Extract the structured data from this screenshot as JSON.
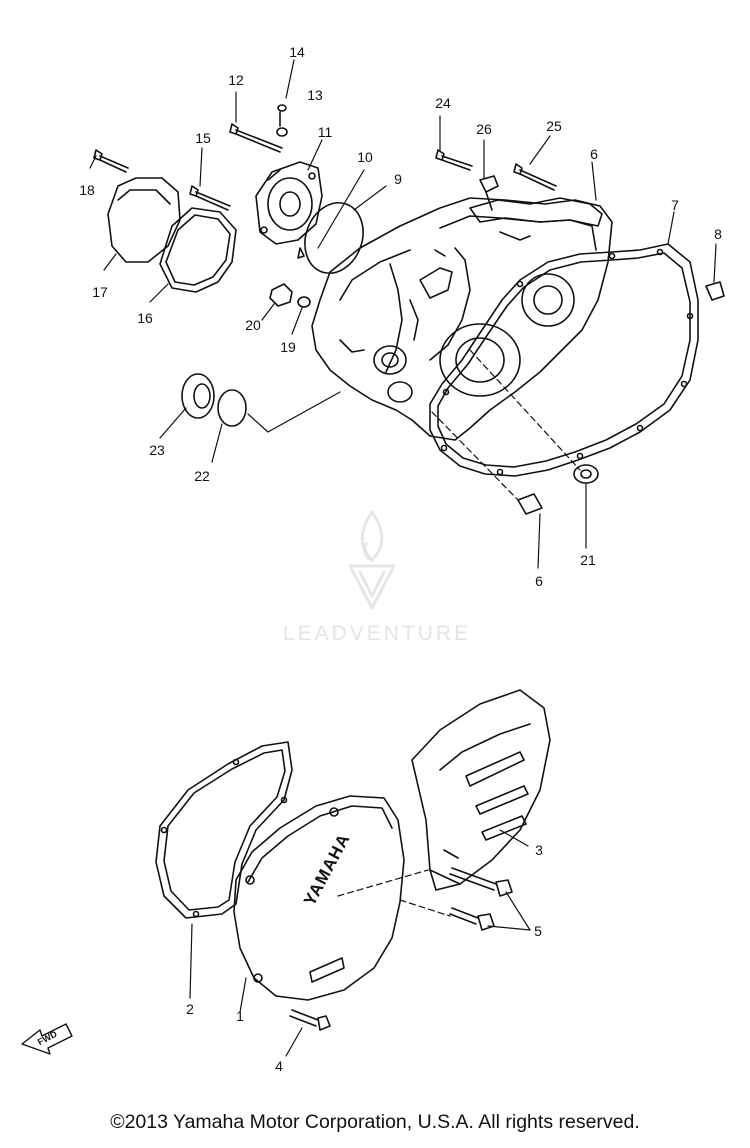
{
  "diagram": {
    "watermark_text": "LEADVENTURE",
    "copyright": "©2013 Yamaha Motor Corporation, U.S.A. All rights reserved.",
    "fwd_label": "FWD",
    "callouts": {
      "n1": "1",
      "n2": "2",
      "n3": "3",
      "n4": "4",
      "n5": "5",
      "n6a": "6",
      "n6b": "6",
      "n7": "7",
      "n8": "8",
      "n9": "9",
      "n10": "10",
      "n11": "11",
      "n12": "12",
      "n13": "13",
      "n14": "14",
      "n15": "15",
      "n16": "16",
      "n17": "17",
      "n18": "18",
      "n19": "19",
      "n20": "20",
      "n21": "21",
      "n22": "22",
      "n23": "23",
      "n24": "24",
      "n25": "25",
      "n26": "26"
    },
    "cover_lettering": "YAMAHA"
  }
}
